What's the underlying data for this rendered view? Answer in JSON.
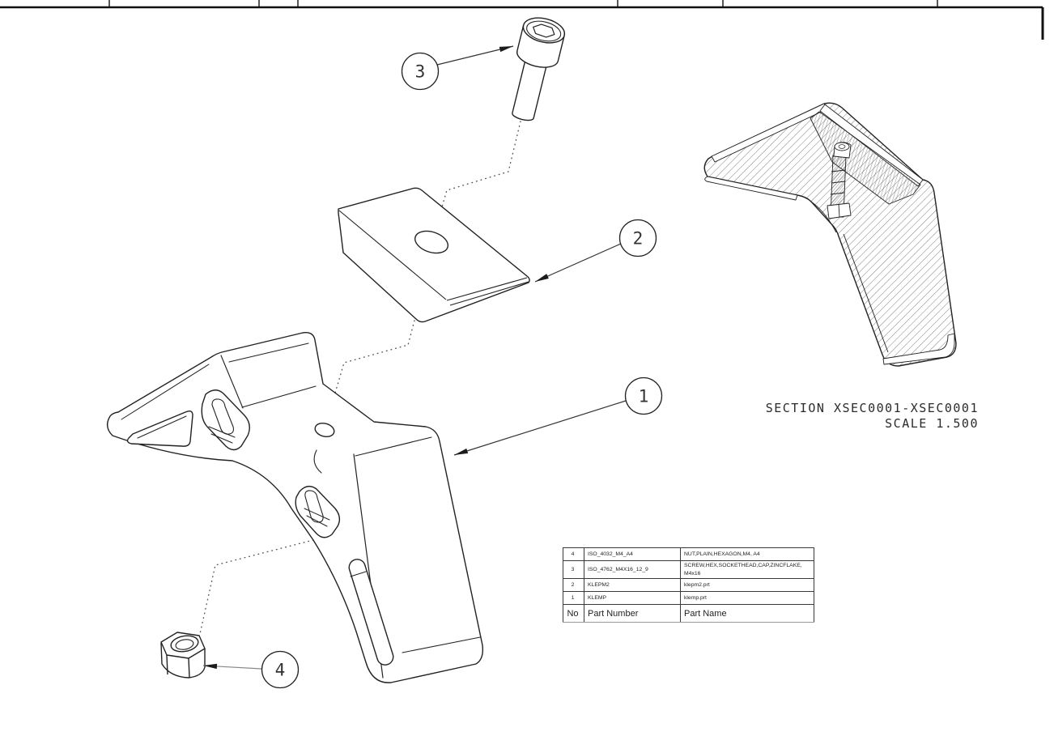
{
  "colors": {
    "line": "#222222",
    "background": "#ffffff"
  },
  "balloons": {
    "b1": "1",
    "b2": "2",
    "b3": "3",
    "b4": "4"
  },
  "section_view": {
    "title": "SECTION XSEC0001-XSEC0001",
    "scale": "SCALE 1.500"
  },
  "bom": {
    "header": {
      "no": "No",
      "part_number": "Part Number",
      "part_name": "Part Name"
    },
    "rows": [
      {
        "no": "4",
        "part_number": "ISO_4032_M4_A4",
        "part_name": "NUT,PLAIN,HEXAGON,M4, A4"
      },
      {
        "no": "3",
        "part_number": "ISO_4762_M4X16_12_9",
        "part_name": "SCREW,HEX,SOCKETHEAD,CAP,ZINCFLAKE, M4x16"
      },
      {
        "no": "2",
        "part_number": "KLEPM2",
        "part_name": "klepm2.prt"
      },
      {
        "no": "1",
        "part_number": "KLEMP",
        "part_name": "klemp.prt"
      }
    ]
  }
}
